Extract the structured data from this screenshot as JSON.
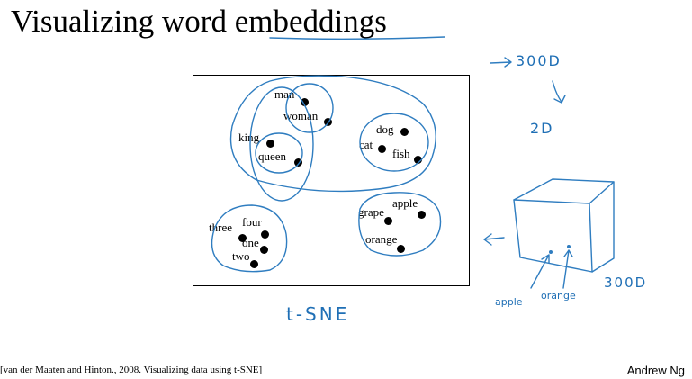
{
  "slide": {
    "title_part1": "Visualizing word ",
    "title_part2": "embeddings",
    "citation": "[van der Maaten and Hinton., 2008. Visualizing data using t-SNE]",
    "author": "Andrew Ng"
  },
  "words": [
    {
      "label": "man"
    },
    {
      "label": "woman"
    },
    {
      "label": "king"
    },
    {
      "label": "queen"
    },
    {
      "label": "dog"
    },
    {
      "label": "cat"
    },
    {
      "label": "fish"
    },
    {
      "label": "three"
    },
    {
      "label": "four"
    },
    {
      "label": "one"
    },
    {
      "label": "two"
    },
    {
      "label": "apple"
    },
    {
      "label": "grape"
    },
    {
      "label": "orange"
    }
  ],
  "annotations": {
    "dim_high": "300D",
    "dim_low": "2D",
    "method": "t-SNE",
    "cube_dim": "300D",
    "cube_apple": "apple",
    "cube_orange": "orange"
  },
  "colors": {
    "ink": "#2f7dc0",
    "text": "#000000",
    "background": "#ffffff"
  }
}
